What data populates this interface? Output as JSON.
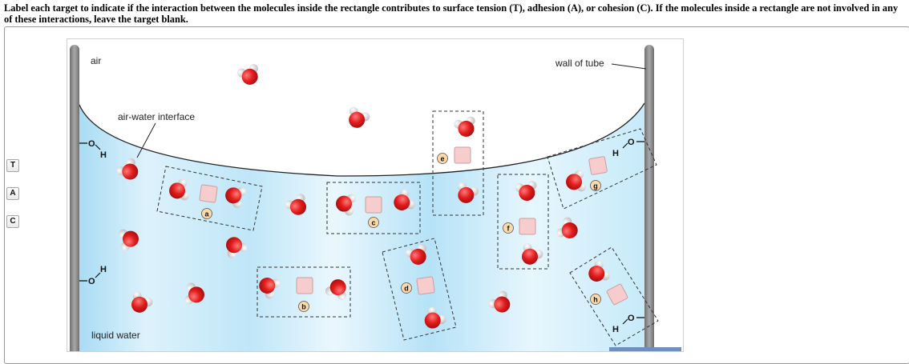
{
  "instructions": "Label each target to indicate if the interaction between the molecules inside the rectangle contributes to surface tension (T), adhesion (A), or cohesion (C). If the molecules inside a rectangle are not involved in any of these interactions, leave the target blank.",
  "labels": [
    "T",
    "A",
    "C"
  ],
  "scene": {
    "air": "air",
    "wall_of_tube": "wall of tube",
    "air_water_interface": "air-water interface",
    "liquid_water": "liquid water",
    "hydroxyl_atoms": {
      "oxygen": "O",
      "hydrogen": "H"
    },
    "targets": [
      "a",
      "b",
      "c",
      "d",
      "e",
      "f",
      "g",
      "h"
    ],
    "colors": {
      "water": "#bfe6f8",
      "oxygen": "#e02020",
      "hydrogen": "#dedede",
      "target_fill": "#f6cccc",
      "badge": "#fbd9a8",
      "tube_wall": "#8c8c8c"
    }
  }
}
